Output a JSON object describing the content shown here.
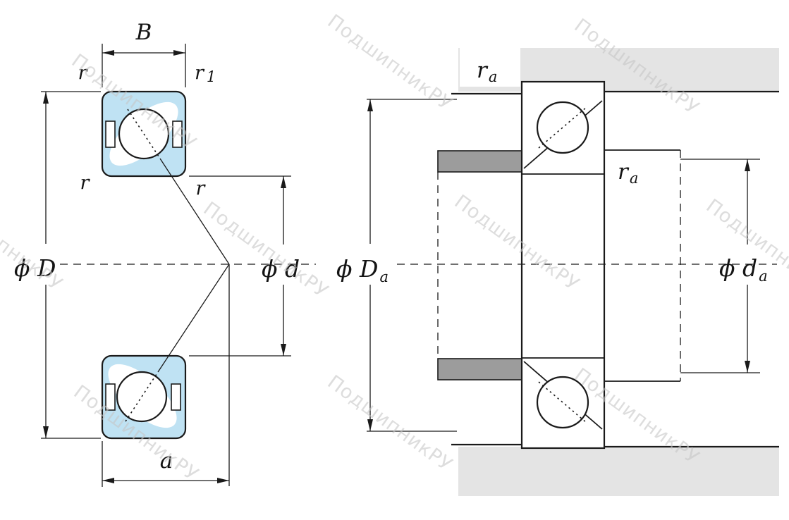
{
  "watermark": {
    "text": "ПодшипникРУ"
  },
  "colors": {
    "ring_fill": "#bfe2f3",
    "housing_fill": "#e4e4e4",
    "shoulder_fill": "#9c9c9c",
    "line": "#1a1a1a",
    "watermark": "#c6c6c6"
  },
  "left_view": {
    "dims": {
      "width": "B",
      "radius_top_left": "r",
      "radius_top_right": {
        "base": "r",
        "sub": "1"
      },
      "radius_mid_left": "r",
      "radius_mid_right": "r",
      "outer_diameter": "ϕ D",
      "bore_diameter": "ϕ d",
      "pressure_center_offset": "a"
    }
  },
  "right_view": {
    "dims": {
      "housing_fillet": {
        "base": "r",
        "sub": "a"
      },
      "shaft_fillet": {
        "base": "r",
        "sub": "a"
      },
      "housing_abutment_diameter": {
        "base": "ϕ D",
        "sub": "a"
      },
      "shaft_abutment_diameter": {
        "base": "ϕ d",
        "sub": "a"
      }
    }
  }
}
